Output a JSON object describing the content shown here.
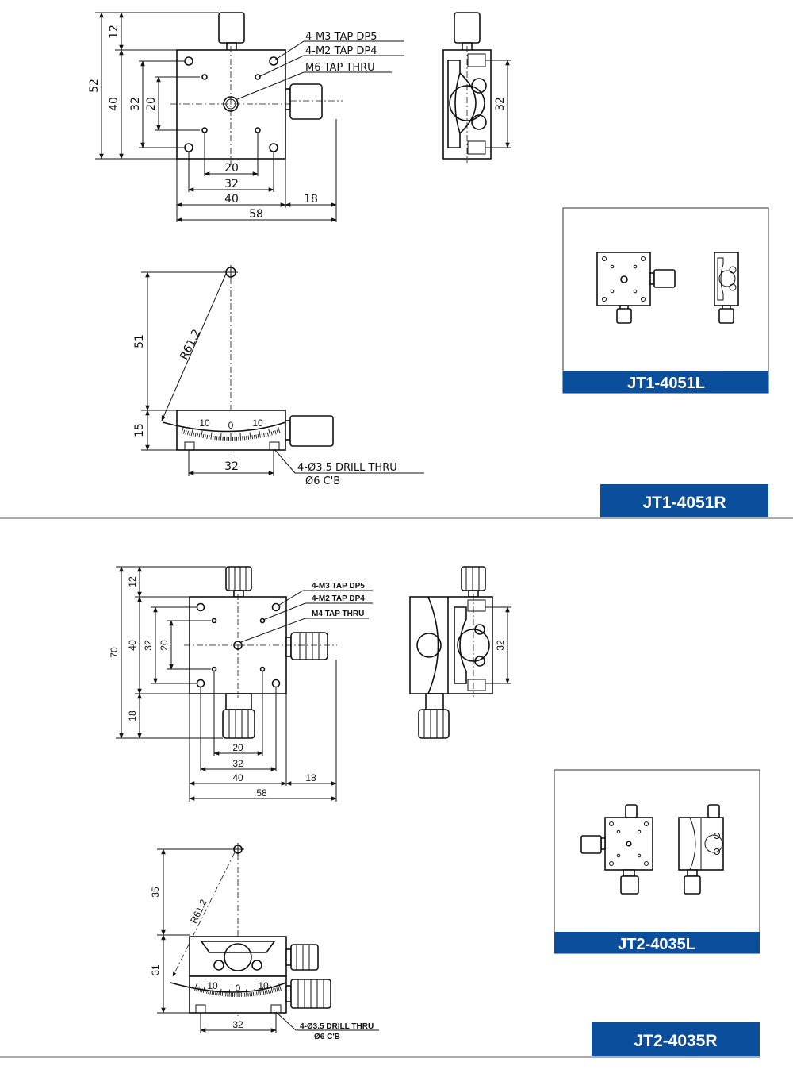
{
  "colors": {
    "accent": "#0b4f9c",
    "line": "#111111"
  },
  "top": {
    "plan": {
      "notes": [
        "4-M3 TAP DP5",
        "4-M2 TAP DP4",
        "M6 TAP THRU"
      ],
      "dims": {
        "d12": "12",
        "d52": "52",
        "d40v": "40",
        "d32v": "32",
        "d20v": "20",
        "d20h": "20",
        "d32h": "32",
        "d40h": "40",
        "d18": "18",
        "d58": "58"
      }
    },
    "side": {
      "d32": "32"
    },
    "front": {
      "radius": "R61.2",
      "d51": "51",
      "d15": "15",
      "d32": "32",
      "scale": [
        "10",
        "0",
        "10"
      ],
      "drill": [
        "4-Ø3.5 DRILL THRU",
        "Ø6 C'B"
      ]
    },
    "thumbnail_label": "JT1-4051L",
    "model_label": "JT1-4051R"
  },
  "bottom": {
    "plan": {
      "notes": [
        "4-M3 TAP DP5",
        "4-M2 TAP DP4",
        "M4 TAP THRU"
      ],
      "dims": {
        "d12": "12",
        "d70": "70",
        "d40v": "40",
        "d32v": "32",
        "d20v": "20",
        "d18v": "18",
        "d20h": "20",
        "d32h": "32",
        "d40h": "40",
        "d18h": "18",
        "d58": "58"
      }
    },
    "side": {
      "d32": "32"
    },
    "front": {
      "radius": "R61.2",
      "d35": "35",
      "d31": "31",
      "d32": "32",
      "scale": [
        "10",
        "0",
        "10"
      ],
      "drill": [
        "4-Ø3.5 DRILL THRU",
        "Ø6 C'B"
      ]
    },
    "thumbnail_label": "JT2-4035L",
    "model_label": "JT2-4035R"
  }
}
